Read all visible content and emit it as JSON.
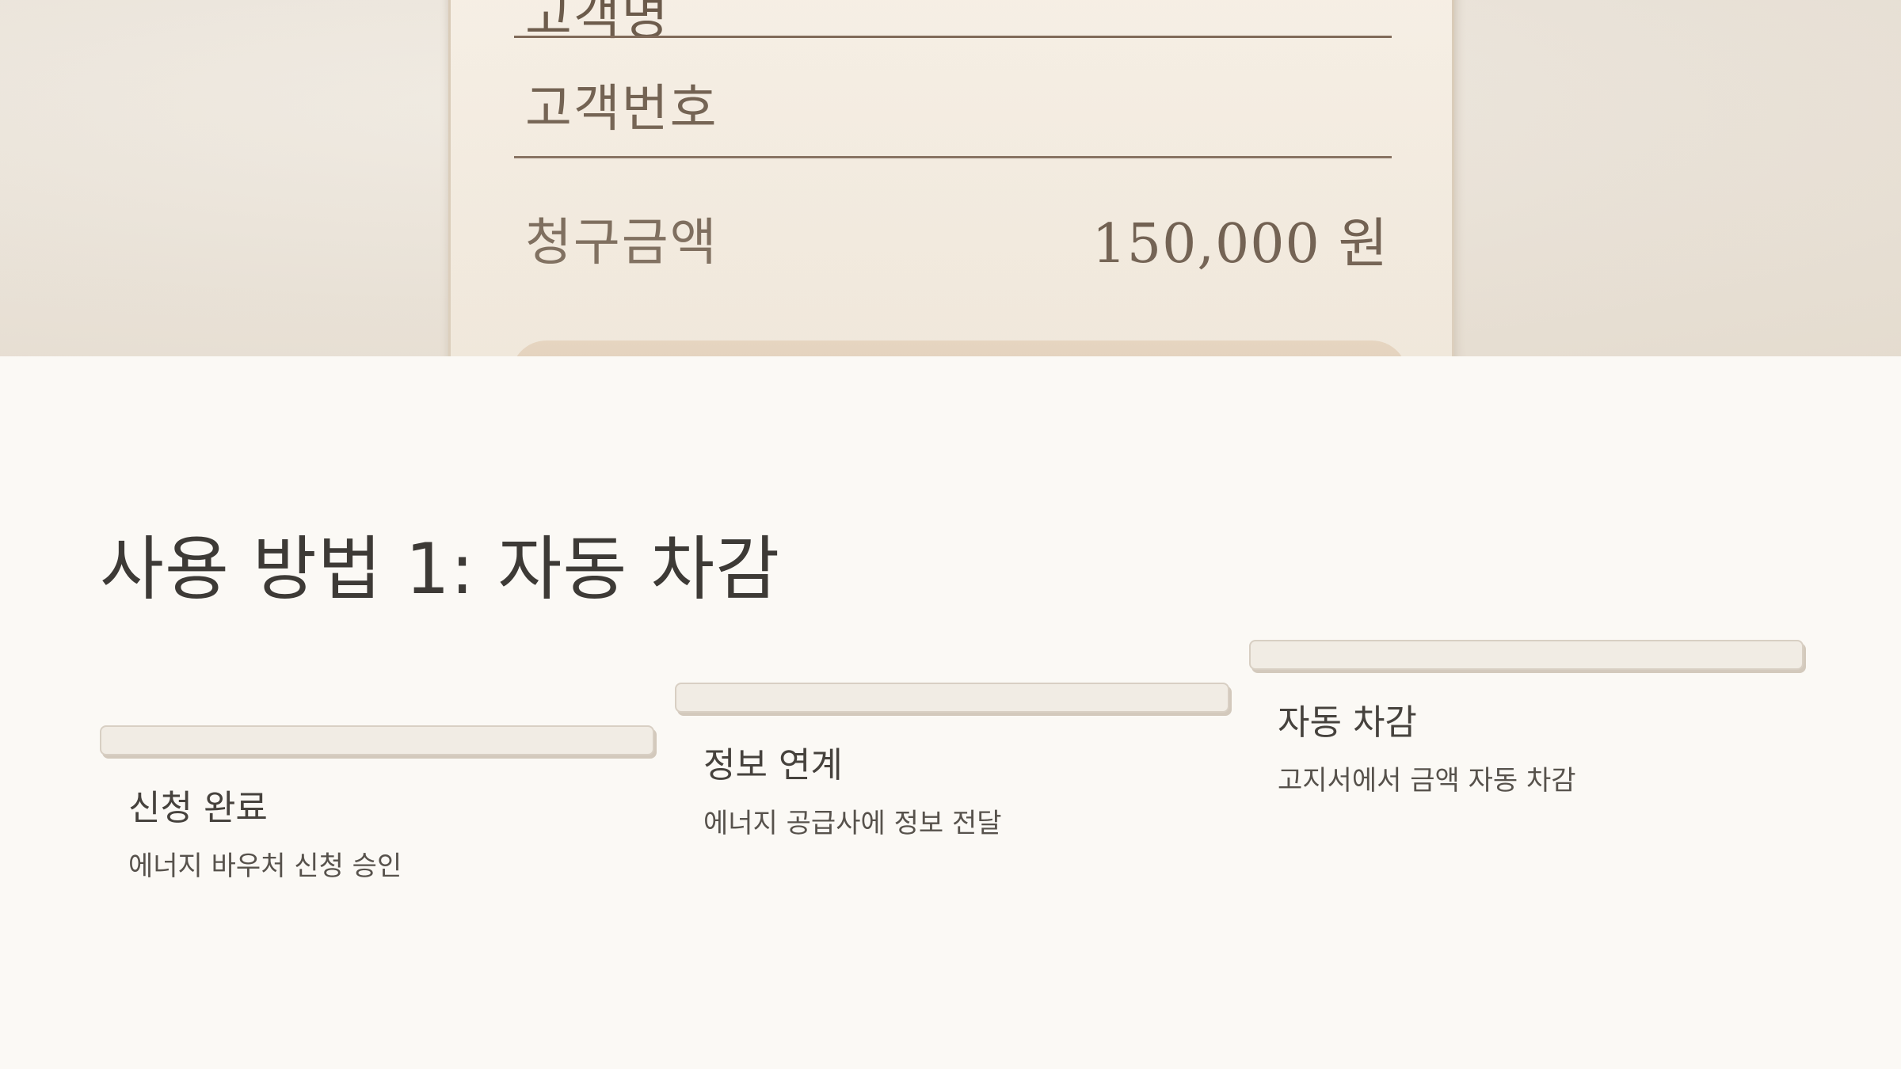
{
  "hero": {
    "receipt": {
      "rows": [
        {
          "label": "고객명"
        },
        {
          "label": "고객번호"
        },
        {
          "label": "청구금액",
          "amount": "150,000 원"
        }
      ]
    }
  },
  "title": "사용 방법 1: 자동 차감",
  "steps": [
    {
      "title": "신청 완료",
      "description": "에너지 바우처 신청 승인"
    },
    {
      "title": "정보 연계",
      "description": "에너지 공급사에 정보 전달"
    },
    {
      "title": "자동 차감",
      "description": "고지서에서 금액 자동 차감"
    }
  ],
  "colors": {
    "background": "#fbf9f5",
    "text": "#3d3a36",
    "step_bar": "#f1ece4",
    "receipt_line": "#7d6756"
  }
}
